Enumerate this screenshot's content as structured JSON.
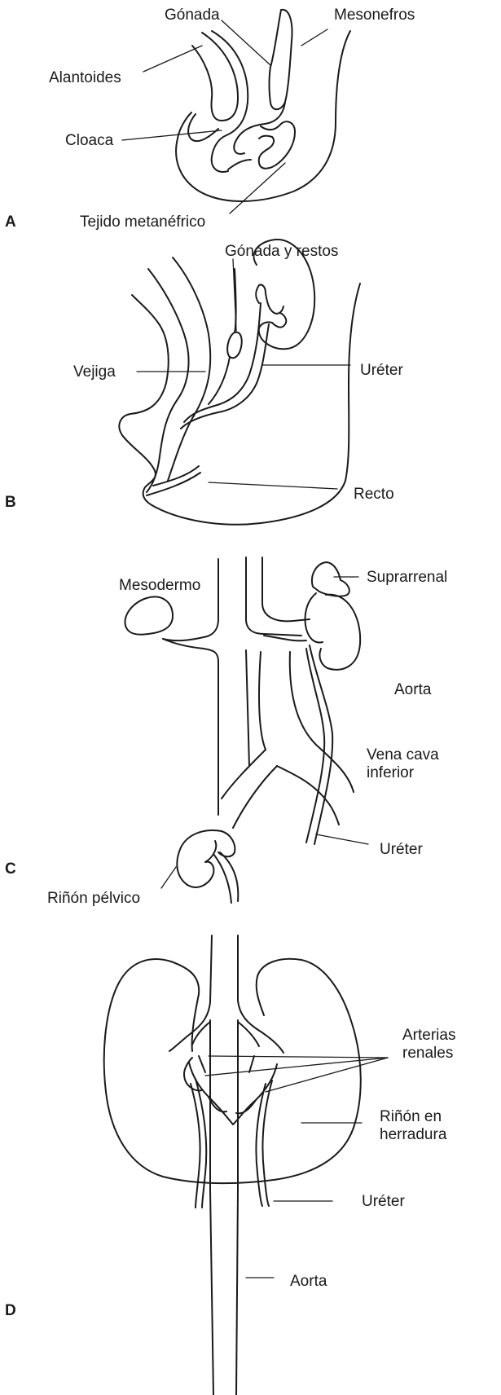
{
  "panels": {
    "A": {
      "letter": "A",
      "labels": {
        "gonada": "Gónada",
        "mesonefros": "Mesonefros",
        "alantoides": "Alantoides",
        "cloaca": "Cloaca",
        "tejido": "Tejido metanéfrico"
      }
    },
    "B": {
      "letter": "B",
      "labels": {
        "gonada_restos": "Gónada y restos",
        "vejiga": "Vejiga",
        "ureter": "Uréter",
        "recto": "Recto"
      }
    },
    "C": {
      "letter": "C",
      "labels": {
        "mesodermo": "Mesodermo",
        "suprarrenal": "Suprarrenal",
        "aorta": "Aorta",
        "vena_cava_1": "Vena cava",
        "vena_cava_2": "inferior",
        "ureter": "Uréter",
        "rinon_pelvico": "Riñón pélvico"
      }
    },
    "D": {
      "letter": "D",
      "labels": {
        "arterias_1": "Arterias",
        "arterias_2": "renales",
        "herradura_1": "Riñón en",
        "herradura_2": "herradura",
        "ureter": "Uréter",
        "aorta": "Aorta"
      }
    }
  }
}
